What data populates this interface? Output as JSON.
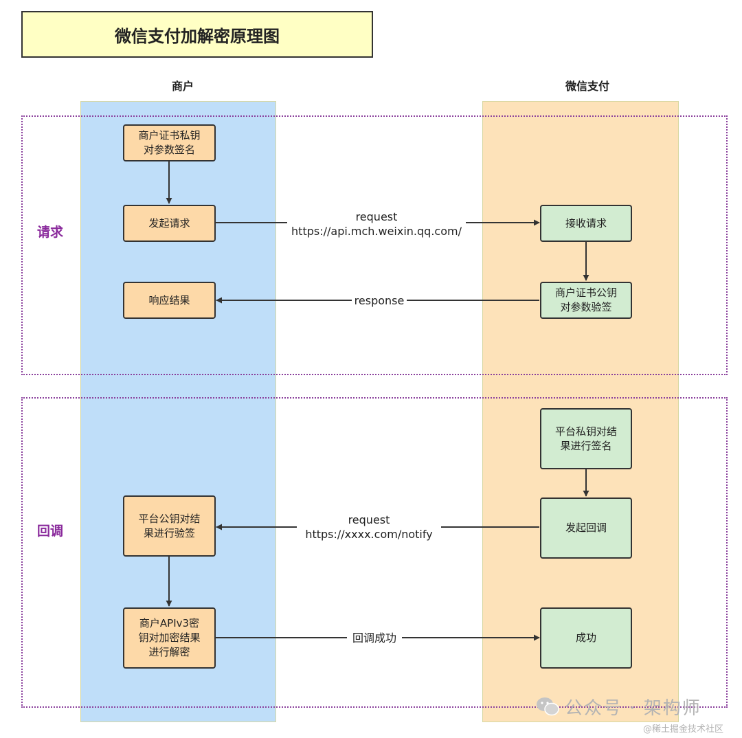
{
  "title": "微信支付加解密原理图",
  "lanes": {
    "merchant": "商户",
    "wechat": "微信支付"
  },
  "groups": {
    "request": "请求",
    "callback": "回调"
  },
  "nodes": {
    "merchant_sign": "商户证书私钥\n对参数签名",
    "send_request": "发起请求",
    "response_result": "响应结果",
    "receive_request": "接收请求",
    "verify_sign": "商户证书公钥\n对参数验签",
    "platform_sign": "平台私钥对结\n果进行签名",
    "send_callback": "发起回调",
    "platform_verify": "平台公钥对结\n果进行验签",
    "decrypt": "商户APIv3密\n钥对加密结果\n进行解密",
    "success": "成功"
  },
  "edges": {
    "request_label": "request\nhttps://api.mch.weixin.qq.com/",
    "response_label": "response",
    "notify_label": "request\nhttps://xxxx.com/notify",
    "callback_success_label": "回调成功"
  },
  "watermark": {
    "account": "公众号 · 架构师",
    "community": "@稀土掘金技术社区"
  },
  "colors": {
    "merchant_lane": "#bfdef9",
    "wechat_lane": "#fde2b9",
    "merchant_node": "#fdd9a8",
    "wechat_node": "#d2ecd1",
    "group_border": "#8a3f9c",
    "title_fill": "#ffffc4"
  }
}
